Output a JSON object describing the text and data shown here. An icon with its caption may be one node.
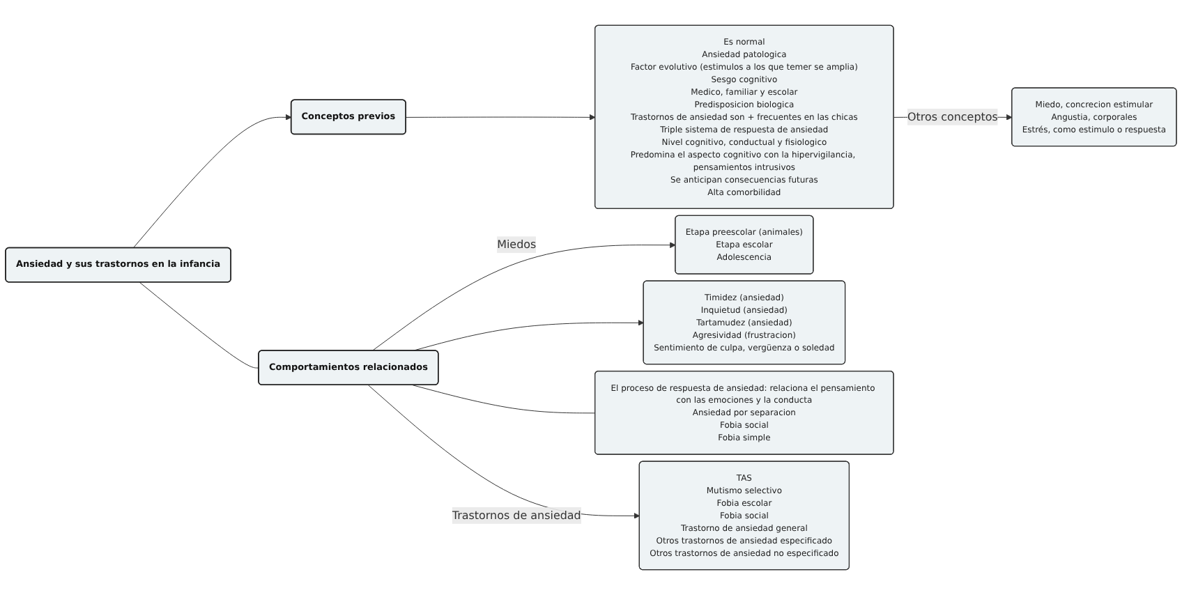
{
  "diagram": {
    "nodes": [
      {
        "text": [
          "Ansiedad y sus trastornos en la infancia"
        ]
      },
      {
        "text": [
          "Conceptos previos"
        ]
      },
      {
        "text": [
          "Es normal",
          "Ansiedad patologica",
          "Factor evolutivo (estimulos a los que temer se amplia)",
          "Sesgo cognitivo",
          "Medico, familiar y escolar",
          "Predisposicion biologica",
          "Trastornos de ansiedad son + frecuentes en las chicas",
          "Triple sistema de respuesta de ansiedad",
          "Nivel cognitivo, conductual y fisiologico",
          "Predomina el aspecto cognitivo con la hipervigilancia, pensamientos intrusivos",
          "Se anticipan consecuencias futuras",
          "Alta comorbilidad"
        ]
      },
      {
        "text": [
          "Miedo, concrecion estimular",
          "Angustia, corporales",
          "Estrés, como estimulo o respuesta"
        ]
      },
      {
        "text": [
          "Comportamientos relacionados"
        ]
      },
      {
        "text": [
          "Etapa preescolar (animales)",
          "Etapa escolar",
          "Adolescencia"
        ]
      },
      {
        "text": [
          "Timidez (ansiedad)",
          "Inquietud (ansiedad)",
          "Tartamudez (ansiedad)",
          "Agresividad (frustracion)",
          "Sentimiento de culpa, vergüenza o soledad"
        ]
      },
      {
        "text": [
          "El proceso de respuesta de ansiedad: relaciona el pensamiento con las emociones y la conducta",
          "Ansiedad por separacion",
          "Fobia social",
          "Fobia simple"
        ]
      },
      {
        "text": [
          "TAS",
          "Mutismo selectivo",
          "Fobia escolar",
          "Fobia social",
          "Trastorno de ansiedad general",
          "Otros trastornos de ansiedad especificado",
          "Otros trastornos de ansiedad no especificado"
        ]
      }
    ],
    "edges": [
      {
        "from": 0,
        "to": 1,
        "arrow": "to"
      },
      {
        "from": 1,
        "to": 2,
        "arrow": "to"
      },
      {
        "from": 2,
        "to": 3,
        "arrow": "to",
        "label": "Otros conceptos"
      },
      {
        "from": 0,
        "to": 4,
        "arrow": "none"
      },
      {
        "from": 4,
        "to": 5,
        "arrow": "to",
        "label": "Miedos"
      },
      {
        "from": 4,
        "to": 6,
        "arrow": "to"
      },
      {
        "from": 4,
        "to": 7,
        "arrow": "none"
      },
      {
        "from": 4,
        "to": 8,
        "arrow": "to",
        "label": "Trastornos de ansiedad"
      }
    ]
  }
}
